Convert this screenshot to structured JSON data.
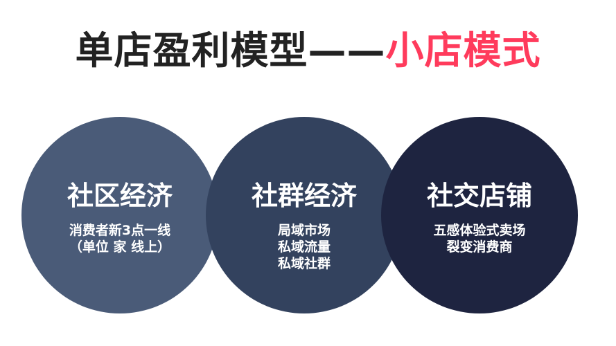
{
  "title": {
    "main": "单店盈利模型——",
    "accent": "小店模式"
  },
  "colors": {
    "title_main": "#222222",
    "title_accent": "#ff3b5c",
    "circle_1": "#4a5b78",
    "circle_2": "#33425e",
    "circle_3": "#1e2440"
  },
  "circles": [
    {
      "heading": "社区经济",
      "lines": [
        "消费者新3点一线",
        "（单位 家 线上）"
      ]
    },
    {
      "heading": "社群经济",
      "lines": [
        "局域市场",
        "私域流量",
        "私域社群"
      ]
    },
    {
      "heading": "社交店铺",
      "lines": [
        "五感体验式卖场",
        "裂变消费商"
      ]
    }
  ]
}
